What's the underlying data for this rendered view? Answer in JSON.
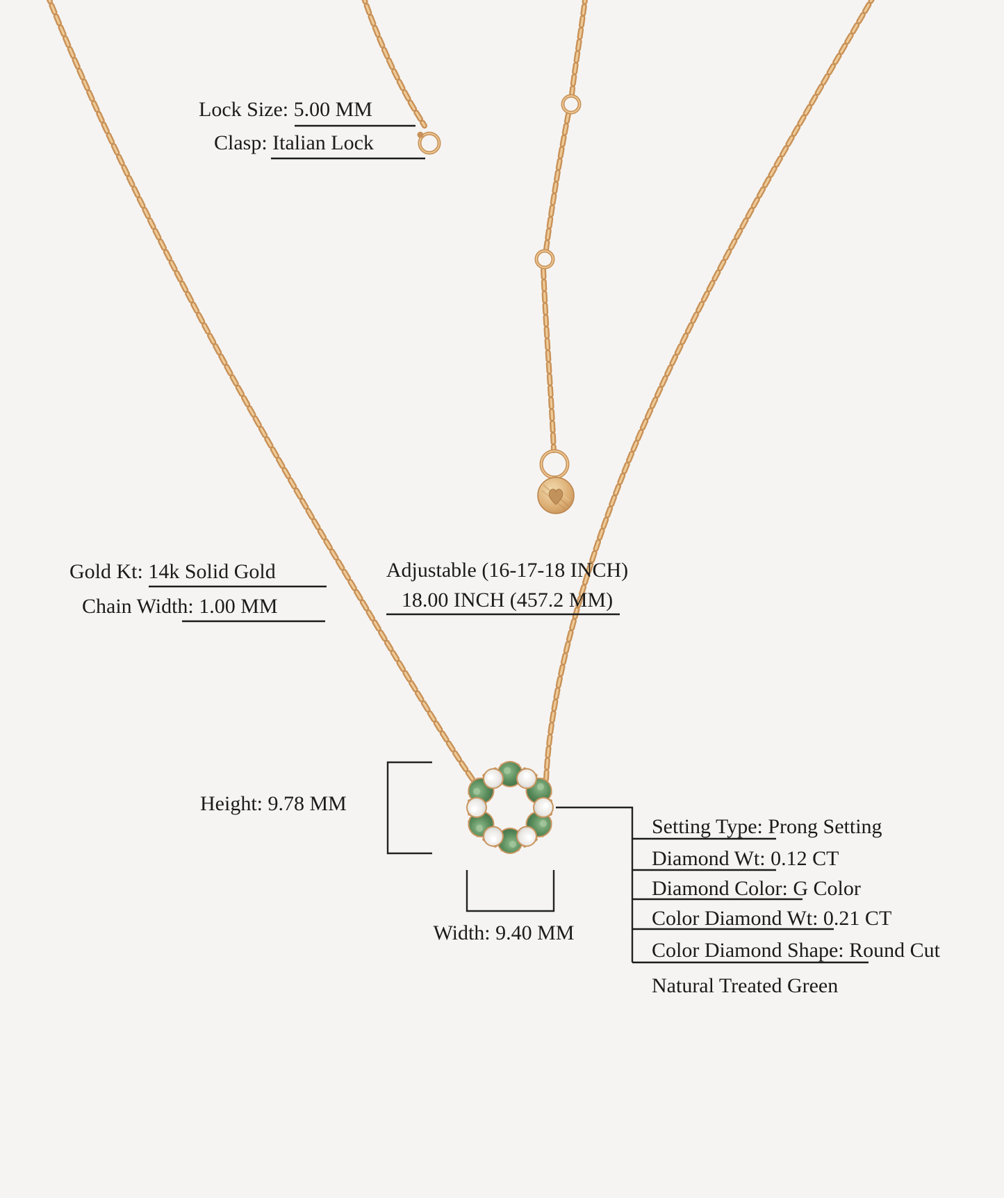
{
  "diagram": {
    "clasp": {
      "lock_size": "Lock Size: 5.00 MM",
      "clasp_type": "Clasp: Italian Lock"
    },
    "chain": {
      "gold_karat": "Gold Kt: 14k Solid Gold",
      "chain_width": "Chain Width: 1.00 MM",
      "adjustable": "Adjustable (16-17-18 INCH)",
      "length": "18.00 INCH (457.2 MM)"
    },
    "pendant": {
      "height": "Height: 9.78 MM",
      "width": "Width: 9.40 MM",
      "setting_type": "Setting Type: Prong Setting",
      "diamond_weight": "Diamond Wt: 0.12 CT",
      "diamond_color": "Diamond Color: G Color",
      "color_diamond_weight": "Color Diamond Wt: 0.21 CT",
      "color_diamond_shape": "Color Diamond Shape: Round Cut",
      "treatment": "Natural Treated Green"
    },
    "stones": {
      "green_count": 6,
      "white_count": 6,
      "layout": "alternating circle"
    }
  },
  "colors": {
    "background": "#f5f4f2",
    "text": "#1b1b1b",
    "gold": "#c89158",
    "gold_highlight": "#eeca96",
    "green_stone": "#5a8c5c",
    "white_stone": "#efede9",
    "annotation_line": "#222222"
  }
}
